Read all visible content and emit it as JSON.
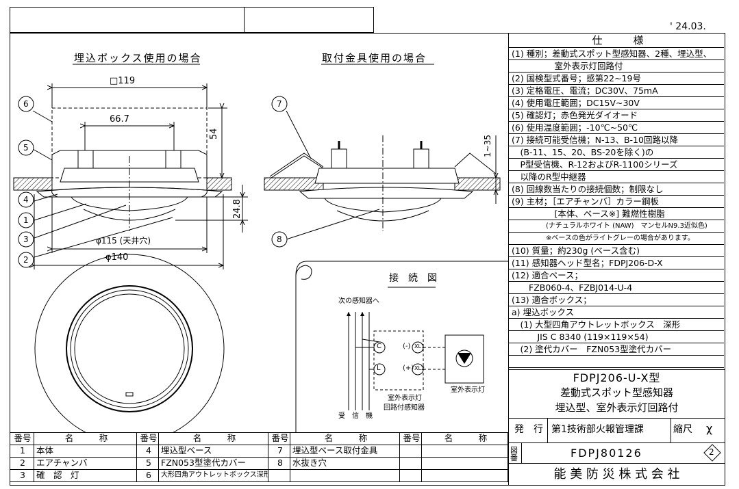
{
  "date": "' 24.03.",
  "views": {
    "left_title": "埋込ボックス使用の場合",
    "right_title": "取付金具使用の場合",
    "wiring_title": "接　続　図"
  },
  "dims": {
    "box": "□119",
    "pitch": "66.7",
    "height": "54",
    "depth": "24.8",
    "hole": "φ115 (天井穴)",
    "outer": "φ140",
    "clamp": "1~35"
  },
  "callouts": [
    "1",
    "2",
    "3",
    "4",
    "5",
    "6",
    "7",
    "8"
  ],
  "wiring": {
    "next": "次の感知器へ",
    "term_c": "C",
    "term_l": "L",
    "minus": "(-)",
    "plus": "(+)",
    "xl1": "XL1",
    "xl2": "XL2",
    "indoor_lamp": "室外表示灯",
    "receiver": "受　信　機",
    "detector_label_1": "室外表示灯",
    "detector_label_2": "回路付感知器"
  },
  "spec": {
    "title": "仕　　　様",
    "rows": [
      "(1) 種別；差動式スポット型感知器、2種、埋込型、",
      "　　　　　室外表示灯回路付",
      "(2) 国検型式番号；感第22~19号",
      "(3) 定格電圧、電流；DC30V、75mA",
      "(4) 使用電圧範囲；DC15V~30V",
      "(5) 確認灯；赤色発光ダイオード",
      "(6) 使用温度範囲；-10℃~50℃",
      "(7) 接続可能受信機；N-13、B-10回路以降",
      "　(B-11、15、20、BS-20を除く)の",
      "　P型受信機、R-12およびR-1100シリーズ",
      "　以降のR型中継器",
      "(8) 回線数当たりの接続個数；制限なし",
      "(9) 主材；［エアチャンバ］カラー鋼板",
      "　　　　　[本体、ベース※] 難燃性樹脂",
      "　　　　　(ナチュラルホワイト (NAW)　マンセルN9.3近似色)",
      "　　　　　※ベースの色がライトグレーの場合があります。",
      "(10) 質量；約230g (ベース含む)",
      "(11) 感知器ヘッド型名；FDPJ206-D-X",
      "(12) 適合ベース；",
      "　　FZB060-4、FZBJ014-U-4",
      "(13) 適合ボックス；",
      " a) 埋込ボックス",
      "　(1) 大型四角アウトレットボックス　深形",
      "　　　JIS C 8340 (119×119×54)",
      "　(2) 塗代カバー　FZN053型塗代カバー",
      ""
    ]
  },
  "title_block": {
    "model": "FDPJ206-U-X型",
    "name1": "差動式スポット型感知器",
    "name2": "埋込型、室外表示灯回路付",
    "issue_label": "発　行",
    "issuer": "第1技術部火報管理課",
    "scale_label": "縮尺",
    "scale_value": "χ",
    "drawing_label": "図番",
    "drawing_no": "FDPJ80126",
    "revision": "2",
    "company": "能 美 防 災 株 式 会 社"
  },
  "parts": {
    "header_no": "番号",
    "header_name": "名　　　称",
    "items": [
      {
        "no": "1",
        "name": "本体"
      },
      {
        "no": "2",
        "name": "エアチャンバ"
      },
      {
        "no": "3",
        "name": "確　認　灯"
      },
      {
        "no": "4",
        "name": "埋込型ベース"
      },
      {
        "no": "5",
        "name": "FZN053型塗代カバー"
      },
      {
        "no": "6",
        "name": "大形四角アウトレットボックス深形"
      },
      {
        "no": "7",
        "name": "埋込型ベース取付金具"
      },
      {
        "no": "8",
        "name": "水抜き穴"
      }
    ]
  }
}
